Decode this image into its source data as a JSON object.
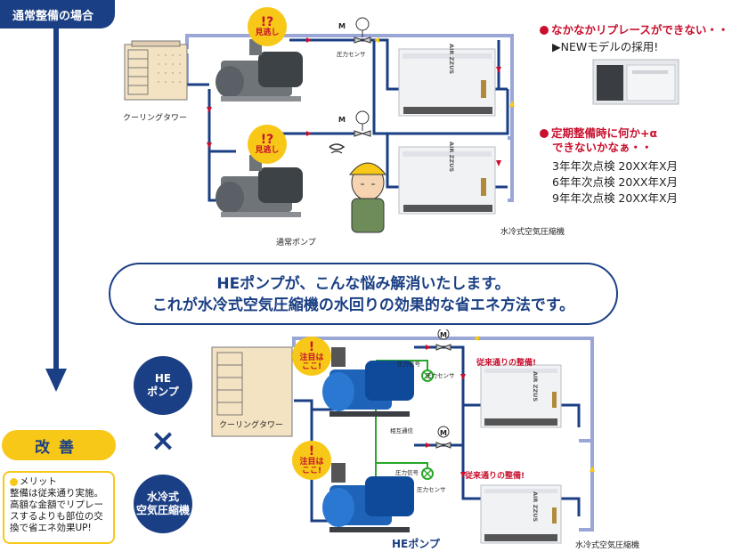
{
  "header": {
    "title": "通常整備の場合"
  },
  "kaizen": {
    "label": "改善"
  },
  "merit": {
    "title": "メリット",
    "body": "整備は従来通り実施。高額な金額でリプレースするよりも部位の交換で省エネ効果UP!"
  },
  "banner": {
    "line1": "HEポンプが、こんな悩み解消いたします。",
    "line2": "これが水冷式空気圧縮機の水回りの効果的な省エネ方法です。"
  },
  "circles": {
    "he": "HE\nポンプ",
    "air": "水冷式\n空気圧縮機",
    "times": "×"
  },
  "notes": {
    "replace_title": "なかなかリプレースができない・・",
    "replace_sub": "▶NEWモデルの採用!",
    "maint_title1": "定期整備時に何か+α",
    "maint_title2": "できないかなぁ・・",
    "schedule": [
      "3年年次点検 20XX年X月",
      "6年年次点検 20XX年X月",
      "9年年次点検 20XX年X月"
    ]
  },
  "top_diagram": {
    "cooling_tower": "クーリングタワー",
    "normal_pump": "通常ポンプ",
    "compressor": "水冷式空気圧縮機",
    "pressure_sensor": "圧力センサ",
    "warn_text": "見逃し",
    "warn_mark": "!?",
    "valve_mark": "M",
    "brand": "AIR ZZUS"
  },
  "bottom_diagram": {
    "cooling_tower": "クーリングタワー",
    "he_pump": "HEポンプ",
    "compressor": "水冷式空気圧縮機",
    "pressure_signal": "圧力信号",
    "pressure_sensor": "圧力センサ",
    "mutual_signal": "相互通信",
    "maint1": "従来通りの整備!",
    "maint2": "従来通りの整備!",
    "attention_mark": "!",
    "attention_text": "注目は\nここ!",
    "valve_mark": "M",
    "brand": "AIR ZZUS"
  },
  "colors": {
    "navy": "#1b3f84",
    "yellow": "#f7c817",
    "red": "#c8102e",
    "pipe": "#9aa6d6",
    "pipe_dark": "#1b3f84",
    "signal": "#2aa82a"
  }
}
